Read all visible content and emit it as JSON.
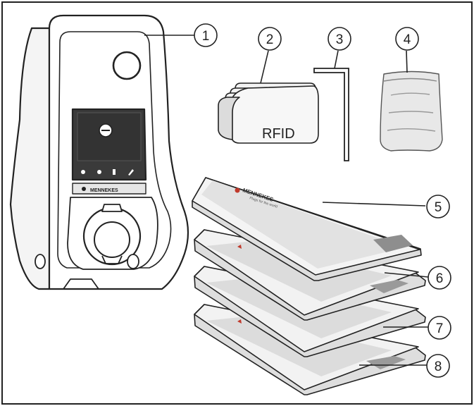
{
  "figure": {
    "callouts": [
      "1",
      "2",
      "3",
      "4",
      "5",
      "6",
      "7",
      "8"
    ],
    "rfid_label": "RFID",
    "brand_text": "MENNEKES",
    "tagline": "Plugs for the world"
  }
}
